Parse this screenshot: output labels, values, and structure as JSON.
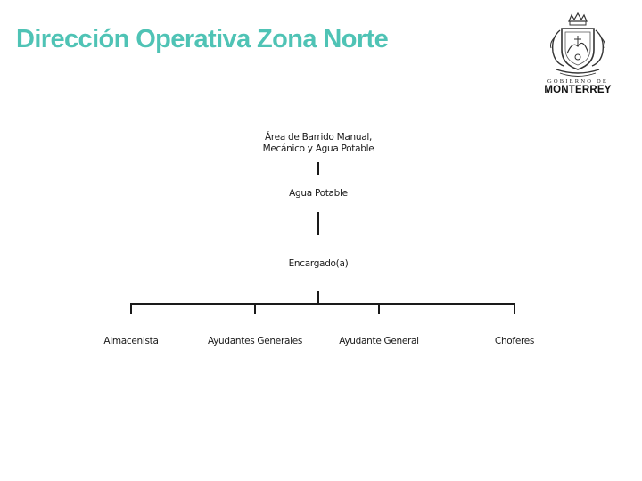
{
  "slide": {
    "title": "Dirección Operativa Zona Norte",
    "title_color": "#4fc3b5"
  },
  "logo": {
    "name": "coat-of-arms-icon",
    "top_text": "GOBIERNO DE",
    "bottom_text": "MONTERREY"
  },
  "org_chart": {
    "root": {
      "line1": "Área de Barrido Manual,",
      "line2": "Mecánico y Agua Potable"
    },
    "level2": "Agua Potable",
    "level3": "Encargado(a)",
    "children": [
      "Almacenista",
      "Ayudantes Generales",
      "Ayudante General",
      "Choferes"
    ]
  }
}
